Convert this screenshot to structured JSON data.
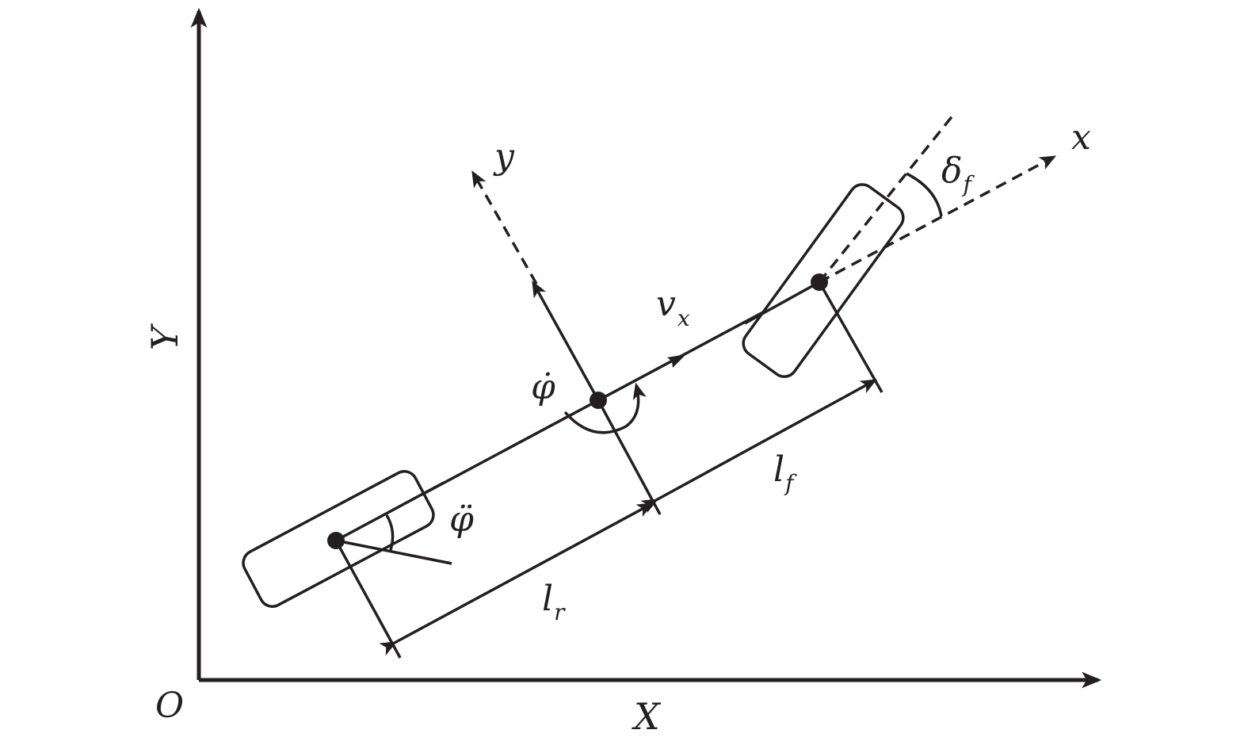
{
  "labels": {
    "origin": "O",
    "axis_x": "X",
    "axis_y": "Y",
    "body_x": "x",
    "body_y": "y",
    "velocity": "v",
    "velocity_sub": "x",
    "yaw_rate": "φ̇",
    "yaw_accel": "φ̈",
    "front_len": "l",
    "front_len_sub": "f",
    "rear_len": "l",
    "rear_len_sub": "r",
    "steer": "δ",
    "steer_sub": "f"
  }
}
